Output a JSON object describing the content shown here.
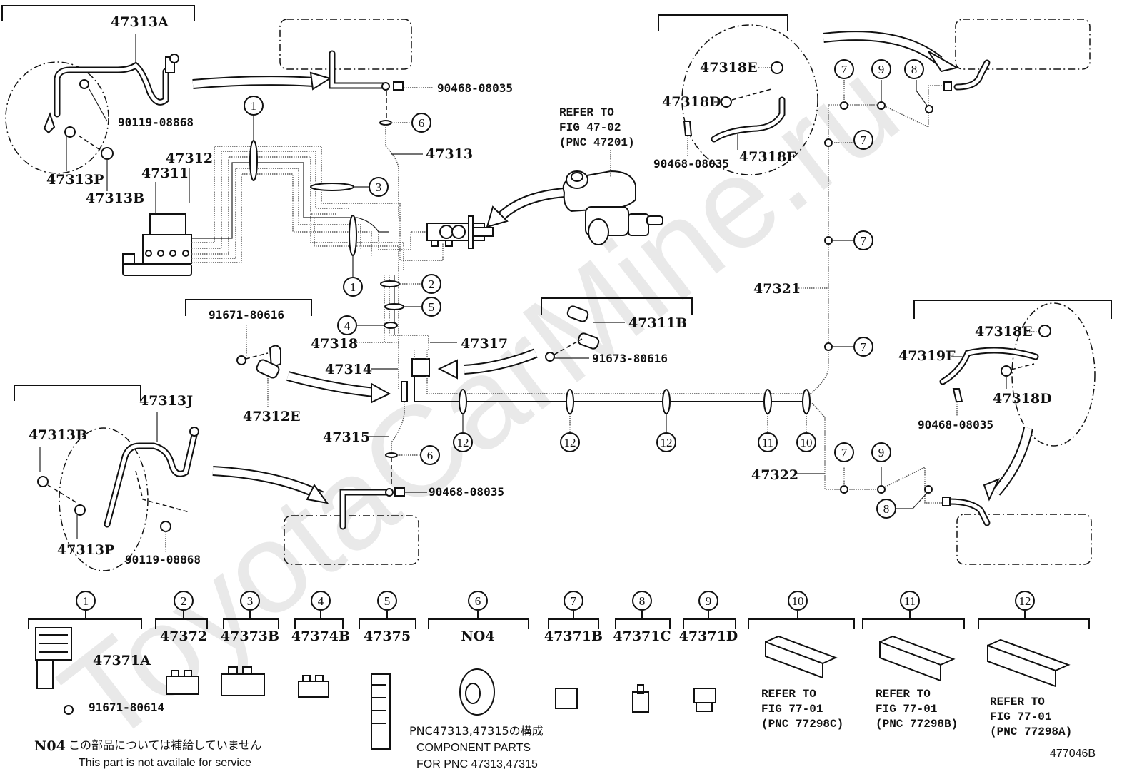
{
  "watermark": "ToyotaCarMine.ru",
  "figure_code": "477046B",
  "groups": {
    "top_left": {
      "part_main": "47313A",
      "bolt": "90119-08868",
      "clip": "47313P",
      "bolt2": "47313B"
    },
    "bottom_left": {
      "part_main": "47313J",
      "bolt2": "47313B",
      "clip": "47313P",
      "bolt": "90119-08868"
    },
    "top_right": {
      "clip_e": "47318E",
      "bolt_d": "47318D",
      "clip": "90468-08035",
      "hose": "47318F"
    },
    "mid_right": {
      "clip_e": "47318E",
      "hose": "47319F",
      "bolt_d": "47318D",
      "clip": "90468-08035"
    },
    "clamp_b": {
      "part": "47311B",
      "bolt": "91673-80616"
    },
    "clamp_e": {
      "bolt": "91671-80616",
      "part": "47312E"
    }
  },
  "main": {
    "abs_tube_1": "47311",
    "abs_tube_2": "47312",
    "tube_47313": "47313",
    "tube_47314": "47314",
    "tube_47315": "47315",
    "tube_47317": "47317",
    "tube_47318": "47318",
    "tube_47321": "47321",
    "tube_47322": "47322",
    "clip_top": "90468-08035",
    "clip_bottom": "90468-08035",
    "master_cyl_ref": [
      "REFER TO",
      "FIG 47-02",
      "(PNC 47201)"
    ]
  },
  "callouts": [
    "1",
    "2",
    "3",
    "4",
    "5",
    "6",
    "7",
    "8",
    "9",
    "10",
    "11",
    "12"
  ],
  "legend": [
    {
      "num": "1",
      "parts": [
        "47371A",
        "91671-80614"
      ]
    },
    {
      "num": "2",
      "parts": [
        "47372"
      ]
    },
    {
      "num": "3",
      "parts": [
        "47373B"
      ]
    },
    {
      "num": "4",
      "parts": [
        "47374B"
      ]
    },
    {
      "num": "5",
      "parts": [
        "47375"
      ]
    },
    {
      "num": "6",
      "parts": [
        "NO4"
      ]
    },
    {
      "num": "7",
      "parts": [
        "47371B"
      ]
    },
    {
      "num": "8",
      "parts": [
        "47371C"
      ]
    },
    {
      "num": "9",
      "parts": [
        "47371D"
      ]
    },
    {
      "num": "10",
      "ref": [
        "REFER TO",
        "FIG 77-01",
        "(PNC 77298C)"
      ]
    },
    {
      "num": "11",
      "ref": [
        "REFER TO",
        "FIG 77-01",
        "(PNC 77298B)"
      ]
    },
    {
      "num": "12",
      "ref": [
        "REFER TO",
        "FIG 77-01",
        "(PNC 77298A)"
      ]
    }
  ],
  "notes": {
    "no4_code": "N04",
    "no4_jp": "この部品については補給していません",
    "no4_en": "This part is not availale for service",
    "component_jp": "PNC47313,47315の構成",
    "component_en1": "COMPONENT PARTS",
    "component_en2": "FOR PNC 47313,47315"
  }
}
